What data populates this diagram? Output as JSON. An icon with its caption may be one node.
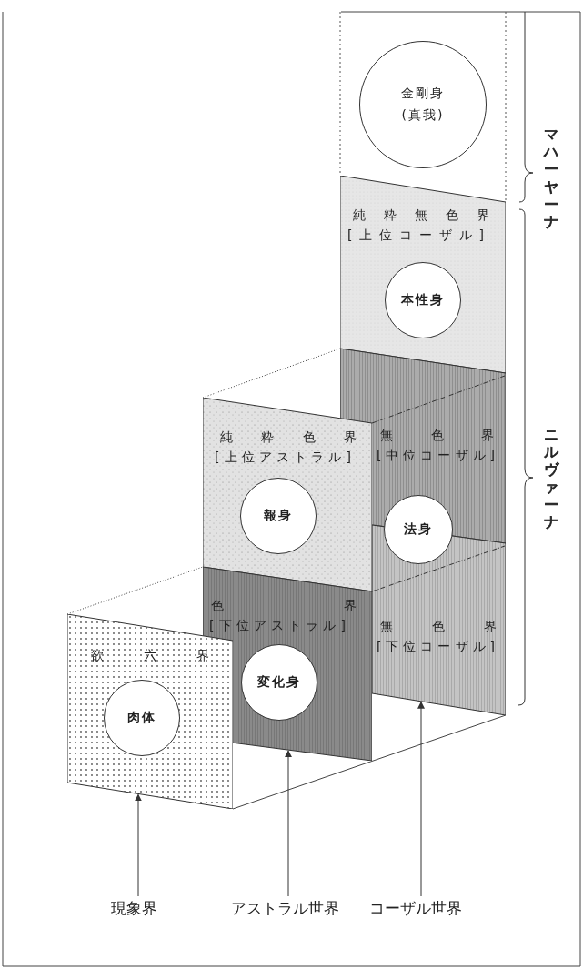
{
  "diagram": {
    "nodes": [
      {
        "text": [
          "金剛身",
          "(真我)"
        ]
      },
      {
        "text": [
          "純粋無色界",
          "[上位コーザル]"
        ]
      },
      {
        "text": [
          "本性身"
        ],
        "in": 1
      },
      {
        "text": [
          "無色界",
          "[中位コーザル]"
        ]
      },
      {
        "text": [
          "純粋色界",
          "[上位アストラル]"
        ]
      },
      {
        "text": [
          "報身"
        ],
        "in": 4
      },
      {
        "text": [
          "法身"
        ]
      },
      {
        "text": [
          "色界",
          "[下位アストラル]"
        ]
      },
      {
        "text": [
          "無色界",
          "[下位コーザル]"
        ]
      },
      {
        "text": [
          "欲六界"
        ]
      },
      {
        "text": [
          "肉体"
        ],
        "in": 9
      },
      {
        "text": [
          "変化身"
        ],
        "in": 7
      },
      {
        "text": [
          "現象界"
        ]
      },
      {
        "text": [
          "アストラル世界"
        ]
      },
      {
        "text": [
          "コーザル世界"
        ]
      }
    ],
    "edges": [
      {
        "from": 12,
        "to": 9,
        "arrow": "to"
      },
      {
        "from": 13,
        "to": 7,
        "arrow": "to"
      },
      {
        "from": 14,
        "to": 8,
        "arrow": "to"
      }
    ],
    "labels": [
      "マハーヤーナ",
      "ニルヴァーナ"
    ]
  }
}
